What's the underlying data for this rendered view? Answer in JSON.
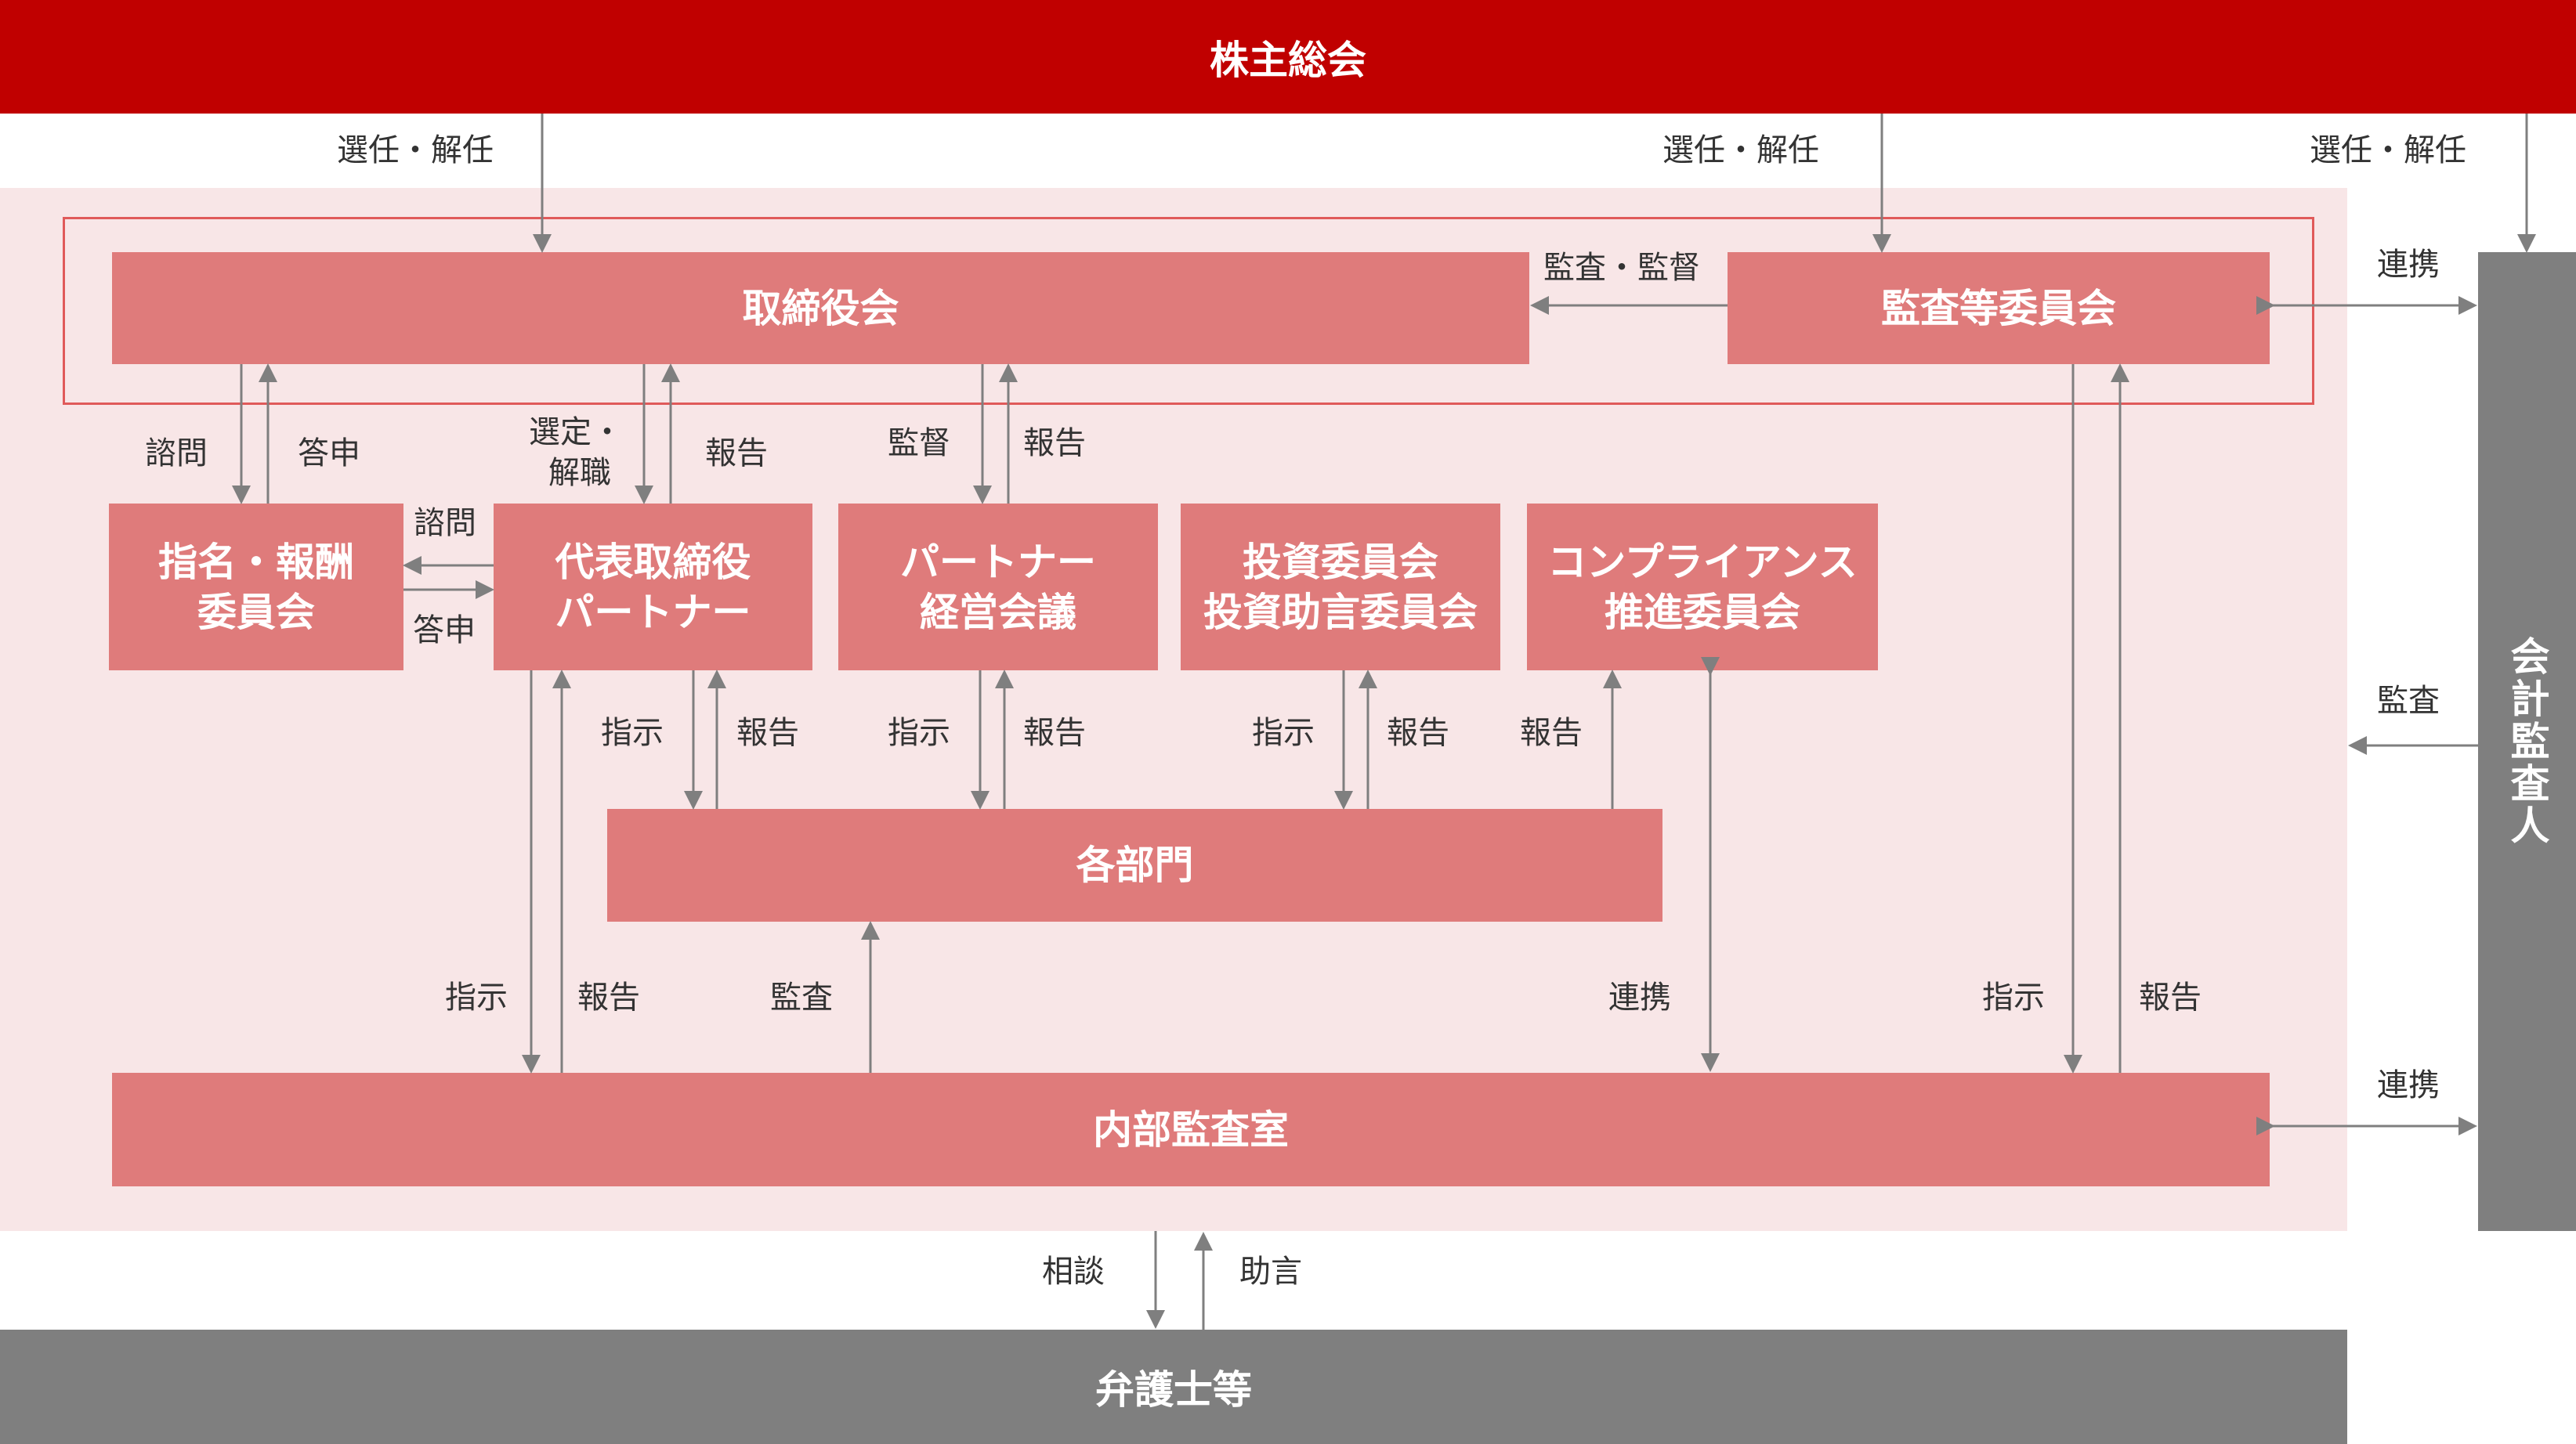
{
  "title_band": "株主総会",
  "advisors_band": "弁護士等",
  "auditor": "会計監査人",
  "boxes": {
    "board": "取締役会",
    "audit_committee": "監査等委員会",
    "nomination": [
      "指名・報酬",
      "委員会"
    ],
    "rep_director": [
      "代表取締役",
      "パートナー"
    ],
    "partner_mgmt": [
      "パートナー",
      "経営会議"
    ],
    "investment": [
      "投資委員会",
      "投資助言委員会"
    ],
    "compliance": [
      "コンプライアンス",
      "推進委員会"
    ],
    "departments": "各部門",
    "internal_audit": "内部監査室"
  },
  "labels": {
    "elect_1": "選任・解任",
    "elect_2": "選任・解任",
    "elect_3": "選任・解任",
    "audit_supervise": "監査・監督",
    "link_top": "連携",
    "consult_1": "諮問",
    "report_1": "答申",
    "select_dismiss": [
      "選定・",
      "解職"
    ],
    "report_2": "報告",
    "supervise": "監督",
    "report_3": "報告",
    "consult_2": "諮問",
    "report_4": "答申",
    "instruct_1": "指示",
    "report_5": "報告",
    "instruct_2": "指示",
    "report_6": "報告",
    "instruct_3": "指示",
    "report_7": "報告",
    "report_8": "報告",
    "audit_right": "監査",
    "instruct_4": "指示",
    "report_9": "報告",
    "audit_mid": "監査",
    "link_mid": "連携",
    "instruct_5": "指示",
    "report_10": "報告",
    "link_bottom": "連携",
    "consult_3": "相談",
    "advice": "助言"
  }
}
